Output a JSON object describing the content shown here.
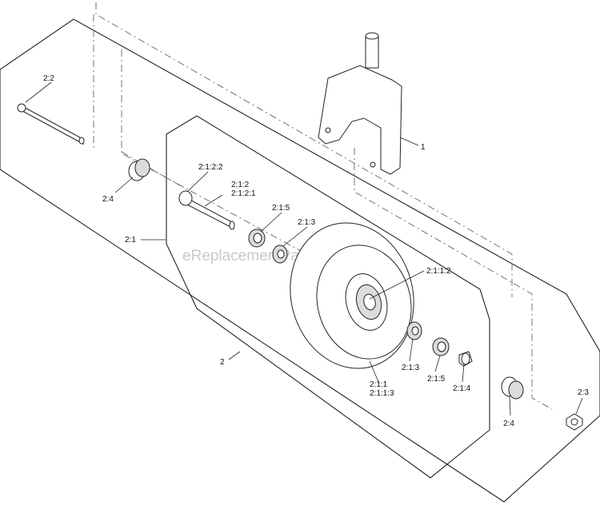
{
  "watermark": "eReplacementParts.com",
  "callouts": {
    "c1": "1",
    "c2": "2",
    "c2_1": "2:1",
    "c2_2": "2:2",
    "c2_3": "2:3",
    "c2_4_left": "2:4",
    "c2_4_right": "2:4",
    "c2_1_2_2": "2:1:2:2",
    "c2_1_2": "2:1:2",
    "c2_1_2_1": "2:1:2:1",
    "c2_1_5_top": "2:1:5",
    "c2_1_3_top": "2:1:3",
    "c2_1_1_2": "2:1:1:2",
    "c2_1_3_bottom": "2:1:3",
    "c2_1_5_bottom": "2:1:5",
    "c2_1_4": "2:1:4",
    "c2_1_1": "2:1:1",
    "c2_1_1_3": "2:1:1:3"
  }
}
